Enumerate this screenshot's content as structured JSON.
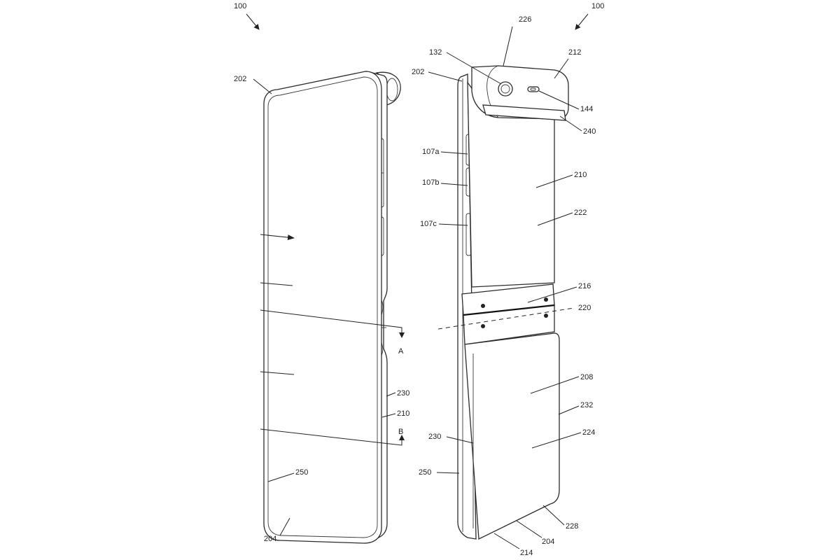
{
  "figure": {
    "left_view": {
      "ref": "100",
      "labels": [
        "202",
        "204",
        "250",
        "230",
        "210"
      ],
      "section_marks": [
        "A",
        "B"
      ]
    },
    "right_view": {
      "ref": "100",
      "labels": [
        "226",
        "132",
        "212",
        "202",
        "144",
        "240",
        "107a",
        "210",
        "107b",
        "222",
        "107c",
        "216",
        "220",
        "208",
        "232",
        "230",
        "224",
        "250",
        "228",
        "204",
        "214"
      ]
    }
  }
}
